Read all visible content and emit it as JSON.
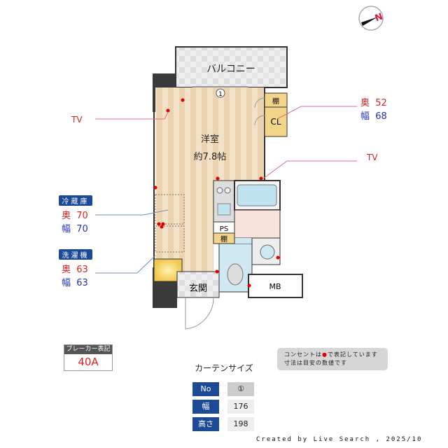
{
  "plan": {
    "balcony": "バルコニー",
    "room_name": "洋室",
    "room_size": "約7.8帖",
    "shelf1": "棚",
    "closet": "CL",
    "ps": "PS",
    "shelf2": "棚",
    "entrance": "玄関",
    "mb": "MB",
    "curtain_marker": "1",
    "tv_left": "TV",
    "tv_right": "TV",
    "outlet_color": "#e00000"
  },
  "closet_dims": {
    "depth_label": "奥",
    "depth": "52",
    "width_label": "幅",
    "width": "68"
  },
  "fridge": {
    "title": "冷蔵庫",
    "depth_label": "奥",
    "depth": "70",
    "width_label": "幅",
    "width": "70"
  },
  "washer": {
    "title": "洗濯機",
    "depth_label": "奥",
    "depth": "63",
    "width_label": "幅",
    "width": "63"
  },
  "breaker": {
    "title": "ブレーカー表記",
    "value": "40A"
  },
  "note": {
    "line1_pre": "コンセントは",
    "line1_post": "で表記しています",
    "line2": "寸法は目安の数値です"
  },
  "curtain": {
    "title": "カーテンサイズ",
    "rows": [
      {
        "header": "No",
        "value": "①"
      },
      {
        "header": "幅",
        "value": "176"
      },
      {
        "header": "高さ",
        "value": "198"
      }
    ]
  },
  "credit": "Created by Live Search , 2025/10",
  "compass": {
    "label": "N",
    "icon": "north-arrow-icon"
  },
  "colors": {
    "label_blue": "#1d4a96",
    "depth_red": "#e02020",
    "width_blue": "#2430b0",
    "floor": "#f1dcc0",
    "wall": "#3a3a3a"
  }
}
